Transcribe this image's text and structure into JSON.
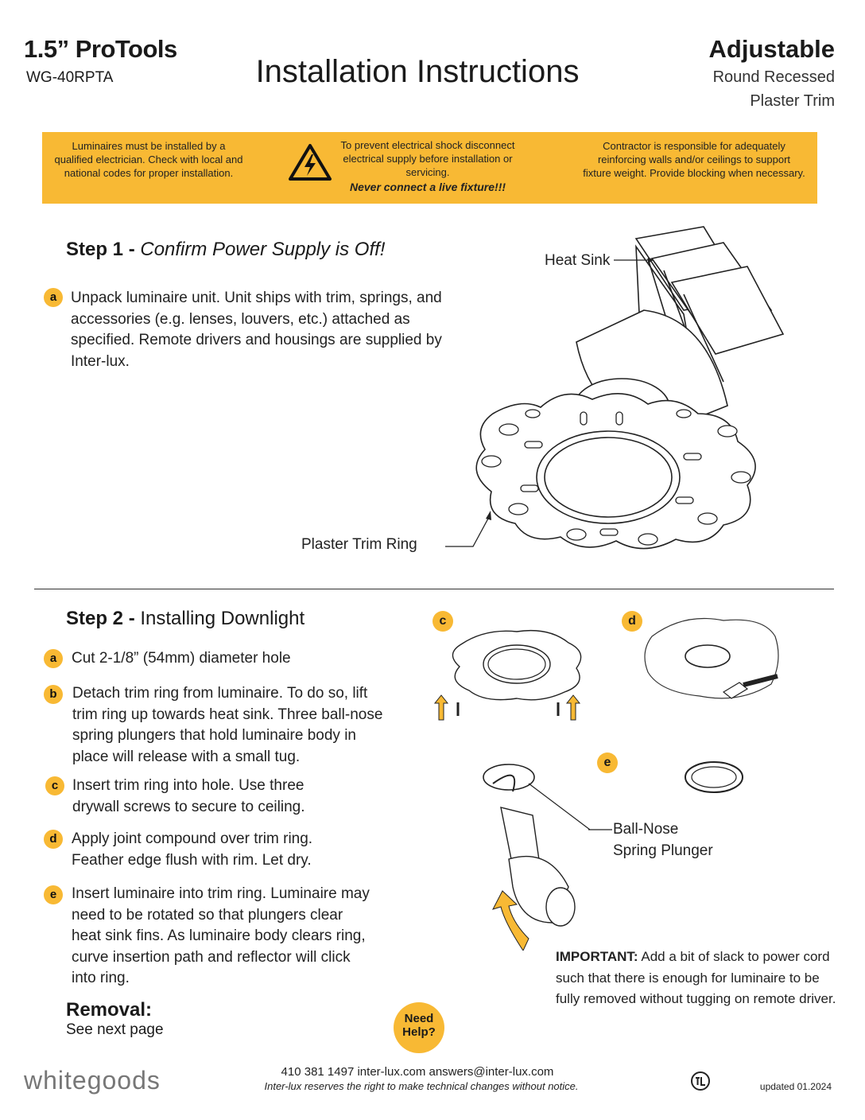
{
  "header": {
    "product": "1.5” ProTools",
    "model": "WG-40RPTA",
    "title": "Installation Instructions",
    "trim_type": "Adjustable",
    "trim_sub1": "Round Recessed",
    "trim_sub2": "Plaster Trim"
  },
  "warnings": {
    "left": "Luminaires must be installed by a qualified electrician. Check with local and national codes for proper installation.",
    "center": "To prevent electrical shock disconnect electrical supply before installation or servicing.",
    "center_emphasis": "Never connect a live fixture!!!",
    "right": "Contractor is responsible for adequately reinforcing walls and/or ceilings to support fixture weight. Provide blocking when necessary.",
    "icon": "high-voltage-warning-icon"
  },
  "step1": {
    "label": "Step 1 -",
    "title": "Confirm Power Supply is Off!",
    "items": [
      {
        "letter": "a",
        "text": "Unpack luminaire unit. Unit ships with trim, springs, and accessories (e.g. lenses, louvers, etc.) attached as specified. Remote drivers and housings are supplied by Inter-lux."
      }
    ],
    "callouts": {
      "heat_sink": "Heat Sink",
      "trim_ring": "Plaster Trim Ring"
    }
  },
  "step2": {
    "label": "Step 2 -",
    "title": "Installing Downlight",
    "items": [
      {
        "letter": "a",
        "text": "Cut 2-1/8” (54mm) diameter hole"
      },
      {
        "letter": "b",
        "text": "Detach trim ring from luminaire. To do so, lift trim ring up towards heat sink. Three ball-nose spring plungers that hold luminaire body in place will release with a small tug."
      },
      {
        "letter": "c",
        "text": "Insert trim ring into hole. Use three drywall screws to secure to ceiling."
      },
      {
        "letter": "d",
        "text": "Apply joint compound over trim ring. Feather edge flush with rim. Let dry."
      },
      {
        "letter": "e",
        "text": "Insert luminaire into trim ring. Luminaire may need to be rotated so that plungers clear heat sink fins. As luminaire body clears ring, curve insertion path and reflector will click into ring."
      }
    ],
    "figures": {
      "c": "c",
      "d": "d",
      "e": "e"
    },
    "plunger_label_1": "Ball-Nose",
    "plunger_label_2": "Spring Plunger"
  },
  "removal": {
    "title": "Removal:",
    "text": "See next page"
  },
  "help": {
    "line1": "Need",
    "line2": "Help?"
  },
  "important": {
    "label": "IMPORTANT:",
    "text": "Add a bit of slack to power cord such that there is enough for luminaire to be fully removed without tugging on remote driver."
  },
  "footer": {
    "brand": "whitegoods",
    "contact": "410 381 1497   inter-lux.com   answers@inter-lux.com",
    "disclaimer": "Inter-lux reserves the right to make technical changes without notice.",
    "updated": "updated  01.2024",
    "cert_logo": "etl-listed-icon"
  },
  "colors": {
    "accent": "#f8b934",
    "text": "#1a1a1a",
    "brand_gray": "#777777"
  }
}
